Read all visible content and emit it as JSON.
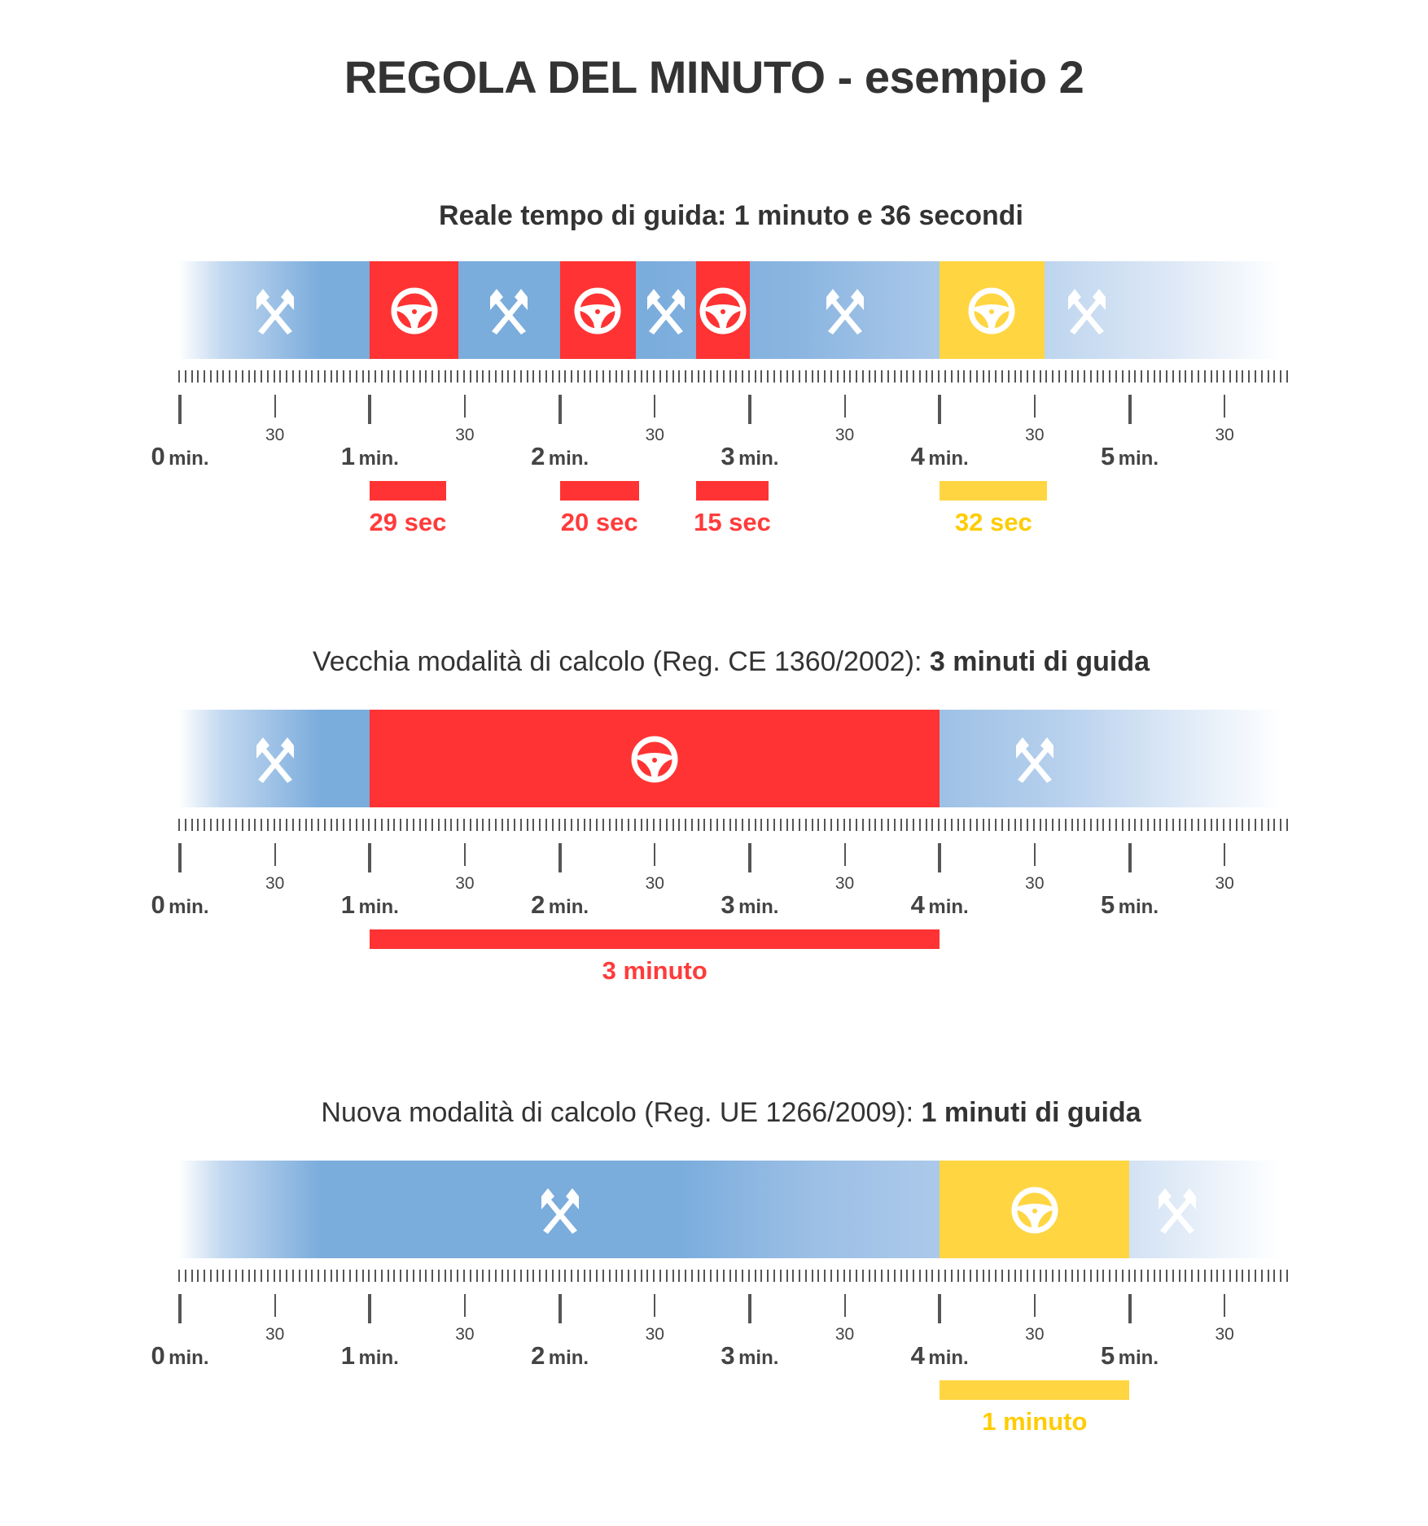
{
  "title": "REGOLA DEL MINUTO - esempio 2",
  "axis": {
    "minute_numbers": [
      "0",
      "1",
      "2",
      "3",
      "4",
      "5"
    ],
    "min_suffix": "min.",
    "half_label": "30",
    "max_seconds": 348
  },
  "colors": {
    "drive_red": "#ff3333",
    "drive_yellow": "#ffd541",
    "label_red": "#ff3b3b",
    "label_yellow": "#ffcc00",
    "rest_blue": "#7aacdc",
    "text_dark": "#333333"
  },
  "sections": [
    {
      "subtitle_light": "",
      "subtitle_bold": "Reale tempo di guida: 1 minuto e 36 secondi",
      "segments": [
        {
          "type": "rest",
          "start": 0,
          "end": 60
        },
        {
          "type": "drive",
          "color": "red",
          "start": 60,
          "end": 88
        },
        {
          "type": "rest",
          "start": 88,
          "end": 120
        },
        {
          "type": "drive",
          "color": "red",
          "start": 120,
          "end": 144
        },
        {
          "type": "rest",
          "start": 144,
          "end": 163
        },
        {
          "type": "drive",
          "color": "red",
          "start": 163,
          "end": 180
        },
        {
          "type": "rest",
          "start": 180,
          "end": 240
        },
        {
          "type": "drive",
          "color": "yellow",
          "start": 240,
          "end": 273
        },
        {
          "type": "rest",
          "start": 273,
          "end": 300
        }
      ],
      "totals": [
        {
          "start": 60,
          "end": 84,
          "color": "red",
          "label": "29 sec"
        },
        {
          "start": 120,
          "end": 145,
          "color": "red",
          "label": "20 sec"
        },
        {
          "start": 163,
          "end": 186,
          "color": "red",
          "label": "15 sec"
        },
        {
          "start": 240,
          "end": 274,
          "color": "yellow",
          "label": "32 sec"
        }
      ]
    },
    {
      "subtitle_light": "Vecchia modalità di calcolo (Reg. CE 1360/2002): ",
      "subtitle_bold": "3 minuti di guida",
      "segments": [
        {
          "type": "rest",
          "start": 0,
          "end": 60
        },
        {
          "type": "drive",
          "color": "red",
          "start": 60,
          "end": 240
        },
        {
          "type": "rest",
          "start": 240,
          "end": 300
        }
      ],
      "totals": [
        {
          "start": 60,
          "end": 240,
          "color": "red",
          "label": "3 minuto"
        }
      ]
    },
    {
      "subtitle_light": "Nuova modalità di calcolo (Reg. UE 1266/2009): ",
      "subtitle_bold": "1 minuti di guida",
      "segments": [
        {
          "type": "rest",
          "start": 0,
          "end": 240
        },
        {
          "type": "drive",
          "color": "yellow",
          "start": 240,
          "end": 300
        },
        {
          "type": "rest",
          "start": 300,
          "end": 330
        }
      ],
      "totals": [
        {
          "start": 240,
          "end": 300,
          "color": "yellow",
          "label": "1 minuto"
        }
      ]
    }
  ]
}
